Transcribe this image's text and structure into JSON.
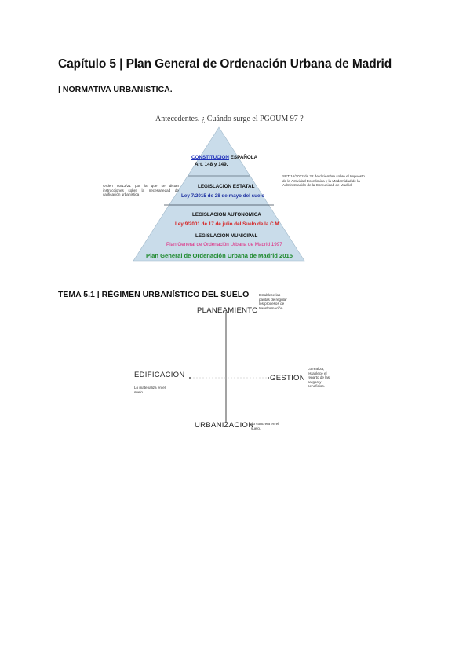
{
  "chapter_title": "Capítulo 5 | Plan General de Ordenación Urbana de Madrid",
  "section1_title": "| NORMATIVA URBANISTICA.",
  "pyramid": {
    "caption": "Antecedentes. ¿ Cuándo surge el PGOUM 97 ?",
    "level1_link": "CONSTITUCION",
    "level1_rest": " ESPAÑOLA",
    "level1_articles": "Art. 148 y 149.",
    "level2_title": "LEGISLACION ESTATAL",
    "level2_law": "Ley 7/2015 de 28 de mayo del suelo",
    "level3_title": "LEGISLACION AUTONOMICA",
    "level3_law": "Ley 9/2001 de 17 de julio del Suelo de la C.M",
    "level4_title": "LEGISLACION MUNICIPAL",
    "level4_plan97": "Plan General de Ordenación Urbana de Madrid 1997",
    "level4_plan15": "Plan General de Ordenación Urbana de Madrid 2015",
    "left_note": "Orden 80/13/21 por la que se dictan instrucciones sobre la necesariedad de calificación urbanística",
    "right_note": "SET 16/2022 de 22 de diciembre sobre el Impuesto de la Actividad Económica y la Modernidad de la Administración de la Comunidad de Madrid",
    "colors": {
      "pyramid_fill": "#c9dcea",
      "link_blue": "#2233bb",
      "law_red": "#d62020",
      "plan97_pink": "#e0207a",
      "plan15_green": "#1f8a2e"
    }
  },
  "section2_title": "TEMA 5.1 | RÉGIMEN URBANÍSTICO DEL SUELO",
  "diagram": {
    "top": "PLANEAMIENTO",
    "left": "EDIFICACION",
    "right": "GESTION",
    "bottom": "URBANIZACION",
    "note_top": "Establece las pautas de regular los procesos de transformación.",
    "note_left": "Lo materializa en el suelo.",
    "note_right": "Lo realiza, establece el reparto de las cargas y beneficios.",
    "note_bottom": "Lo concreta en el suelo."
  }
}
